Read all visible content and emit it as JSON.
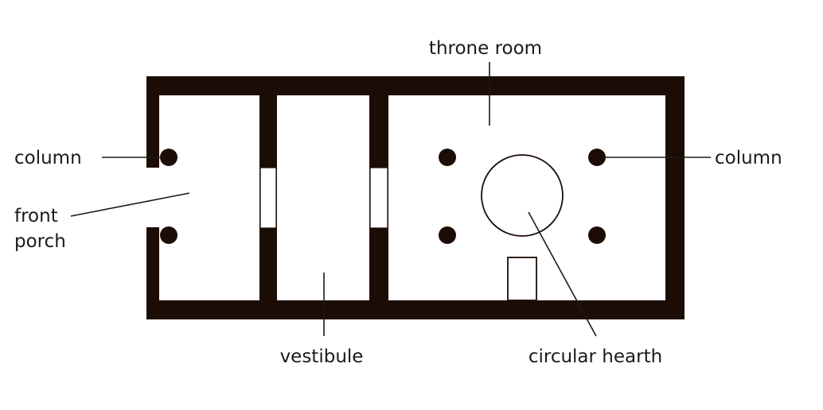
{
  "labels": {
    "throne_room": "throne room",
    "column_left": "column",
    "column_right": "column",
    "front": "front",
    "porch": "porch",
    "vestibule": "vestibule",
    "circular_hearth": "circular hearth"
  },
  "colors": {
    "wall": "#1c0c06",
    "text": "#1a1a1a",
    "background": "#ffffff"
  }
}
